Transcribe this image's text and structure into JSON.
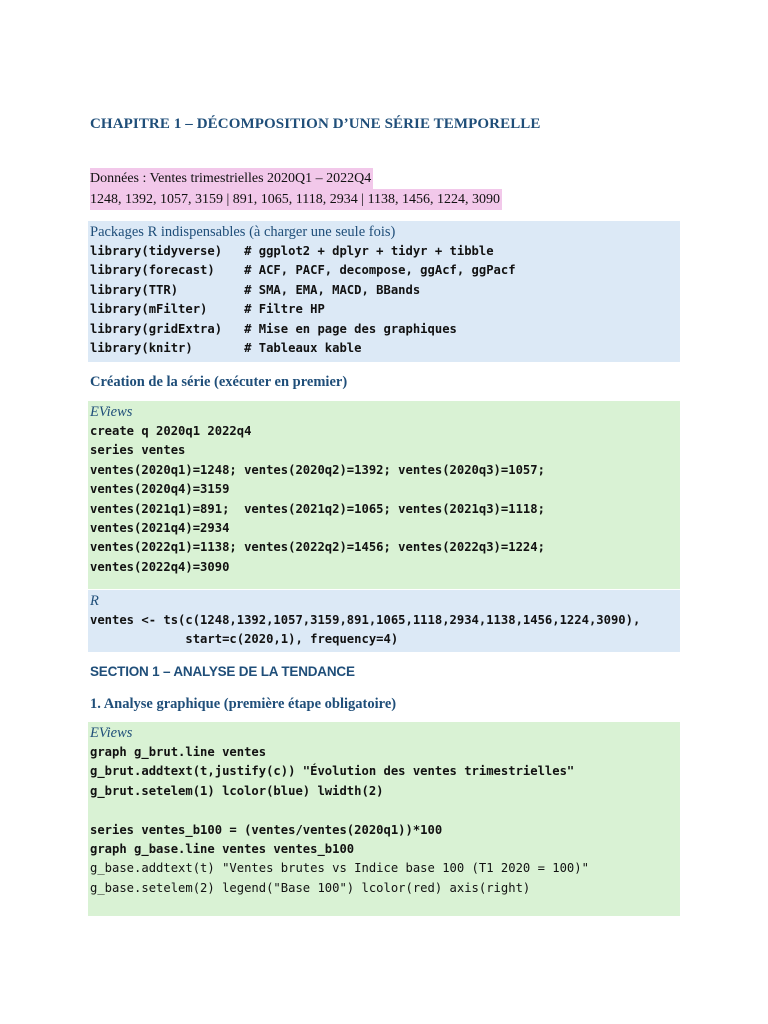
{
  "chapter_title": "CHAPITRE 1 – DÉCOMPOSITION D’UNE SÉRIE TEMPORELLE",
  "data_section": {
    "title": "Données : Ventes trimestrielles 2020Q1 – 2022Q4",
    "values": "1248, 1392, 1057, 3159 | 891, 1065, 1118, 2934 | 1138, 1456, 1224, 3090"
  },
  "packages_box": {
    "title": "Packages R indispensables (à charger une seule fois)",
    "lines": [
      "library(tidyverse)   # ggplot2 + dplyr + tidyr + tibble",
      "library(forecast)    # ACF, PACF, decompose, ggAcf, ggPacf",
      "library(TTR)         # SMA, EMA, MACD, BBands",
      "library(mFilter)     # Filtre HP",
      "library(gridExtra)   # Mise en page des graphiques",
      "library(knitr)       # Tableaux kable"
    ]
  },
  "creation_heading": "Création de la série (exécuter en premier)",
  "creation_eviews": {
    "label": "EViews",
    "lines": [
      "create q 2020q1 2022q4",
      "series ventes",
      "ventes(2020q1)=1248; ventes(2020q2)=1392; ventes(2020q3)=1057;",
      "ventes(2020q4)=3159",
      "ventes(2021q1)=891;  ventes(2021q2)=1065; ventes(2021q3)=1118;",
      "ventes(2021q4)=2934",
      "ventes(2022q1)=1138; ventes(2022q2)=1456; ventes(2022q3)=1224;",
      "ventes(2022q4)=3090"
    ]
  },
  "creation_r": {
    "label": "R",
    "lines": [
      "ventes <- ts(c(1248,1392,1057,3159,891,1065,1118,2934,1138,1456,1224,3090),",
      "             start=c(2020,1), frequency=4)"
    ]
  },
  "section_1_title": "SECTION 1 – ANALYSE DE LA TENDANCE",
  "subsection_1_title": "1. Analyse graphique (première étape obligatoire)",
  "graph_eviews": {
    "label": "EViews",
    "lines": [
      "graph g_brut.line ventes",
      "g_brut.addtext(t,justify(c)) \"Évolution des ventes trimestrielles\"",
      "g_brut.setelem(1) lcolor(blue) lwidth(2)",
      "",
      "series ventes_b100 = (ventes/ventes(2020q1))*100",
      "graph g_base.line ventes ventes_b100",
      "g_base.addtext(t) \"Ventes brutes vs Indice base 100 (T1 2020 = 100)\"",
      "g_base.setelem(2) legend(\"Base 100\") lcolor(red) axis(right)"
    ]
  }
}
